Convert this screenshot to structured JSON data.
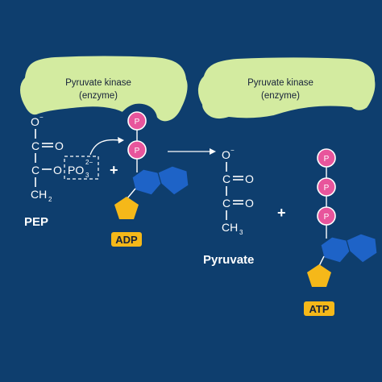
{
  "enzyme_left": {
    "line1": "Pyruvate kinase",
    "line2": "(enzyme)"
  },
  "enzyme_right": {
    "line1": "Pyruvate kinase",
    "line2": "(enzyme)"
  },
  "pep": {
    "o_top": "O",
    "o_top_charge": "−",
    "c1": "C",
    "o_double": "O",
    "c2": "C",
    "o_link": "O",
    "po3": "PO",
    "po3_sub": "3",
    "po3_charge": "2−",
    "ch2": "CH",
    "ch2_sub": "2",
    "name": "PEP"
  },
  "adp": {
    "phosphate_label": "P",
    "name": "ADP"
  },
  "plus": "+",
  "pyruvate": {
    "o_top": "O",
    "o_top_charge": "−",
    "c1": "C",
    "o1": "O",
    "c2": "C",
    "o2": "O",
    "c3": "C",
    "ch3": "CH",
    "ch3_sub": "3",
    "name": "Pyruvate"
  },
  "atp": {
    "phosphate_label": "P",
    "name": "ATP"
  },
  "colors": {
    "background": "#0e3e6e",
    "enzyme": "#d3eba0",
    "phosphate": "#e8559c",
    "ribose": "#1e63c7",
    "base": "#f5b819",
    "badge": "#f5b819",
    "lines": "#ffffff"
  }
}
